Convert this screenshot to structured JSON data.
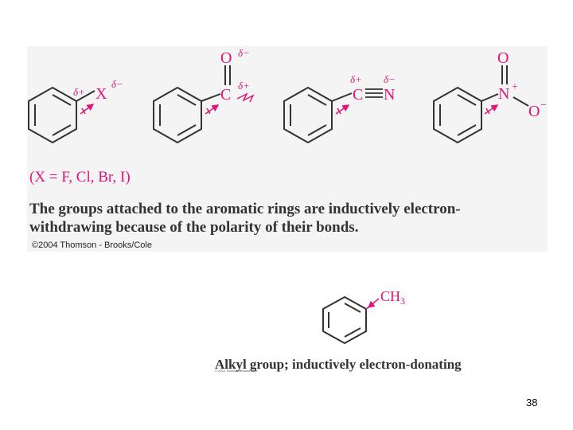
{
  "colors": {
    "accent": "#e0157a",
    "text": "#333333",
    "panel": "#f4f4f4"
  },
  "molecules": {
    "halide": {
      "atom": "X",
      "delta_plus": "δ+",
      "delta_minus": "δ−"
    },
    "carbonyl": {
      "carbon": "C",
      "oxygen": "O",
      "delta_plus": "δ+",
      "delta_minus": "δ−"
    },
    "nitrile": {
      "carbon": "C",
      "nitrogen": "N",
      "delta_plus": "δ+",
      "delta_minus": "δ−"
    },
    "nitro": {
      "nitrogen": "N",
      "charge_plus": "+",
      "oxygen_top": "O",
      "oxygen_bottom": "O",
      "charge_minus": "−"
    },
    "alkyl": {
      "group_main": "CH",
      "group_sub": "3"
    }
  },
  "x_definition": "(X = F, Cl, Br, I)",
  "caption": "The groups attached to the aromatic rings are inductively electron-withdrawing because of the polarity of their bonds.",
  "copyright_top": "©2004 Thomson - Brooks/Cole",
  "alkyl_caption": "Alkyl group; inductively electron-donating",
  "copyright_bottom": "© 2004 Thomson/Brooks Cole",
  "page_number": "38"
}
